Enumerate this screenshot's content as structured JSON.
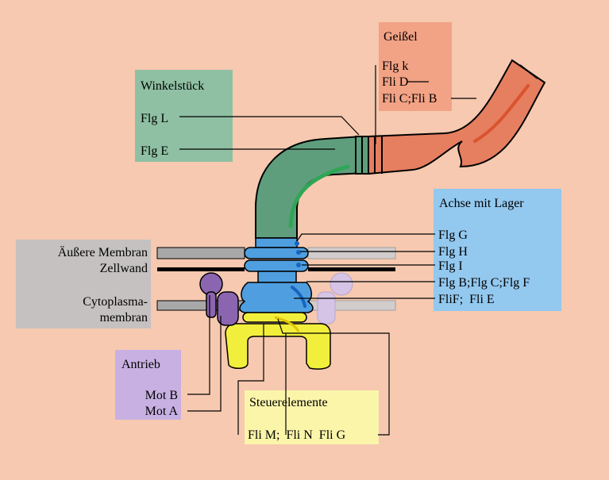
{
  "colors": {
    "background": "#f6c9b0",
    "hook": "#5f9e7c",
    "filament": "#e67e60",
    "rod_rings": "#4f9fe0",
    "motor": "#8c65b0",
    "switch": "#f2ef3c",
    "box_winkel": "#8fc0a3",
    "box_geissel": "#f2a285",
    "box_achse": "#93c8ef",
    "box_membran": "#c5c1c1",
    "box_antrieb": "#c8b0e2",
    "box_steuer": "#fbf5aa"
  },
  "winkelstueck": {
    "title": "Winkelstück",
    "items": [
      "Flg L",
      "Flg E"
    ]
  },
  "geissel": {
    "title": "Geißel",
    "items": [
      "Flg k",
      "Fli D",
      "Fli C;Fli B"
    ]
  },
  "achse": {
    "title": "Achse mit Lager",
    "items": [
      "Flg G",
      "Flg H",
      "Flg I",
      "Flg B;Flg C;Flg F",
      "FliF;  Fli E"
    ]
  },
  "membranen": {
    "outer": "Äußere Membran",
    "wall": "Zellwand",
    "cyto_1": "Cytoplasma-",
    "cyto_2": "membran"
  },
  "antrieb": {
    "title": "Antrieb",
    "items": [
      "Mot B",
      "Mot A"
    ]
  },
  "steuer": {
    "title": "Steuerelemente",
    "items": "Fli M;  Fli N  Fli G"
  }
}
